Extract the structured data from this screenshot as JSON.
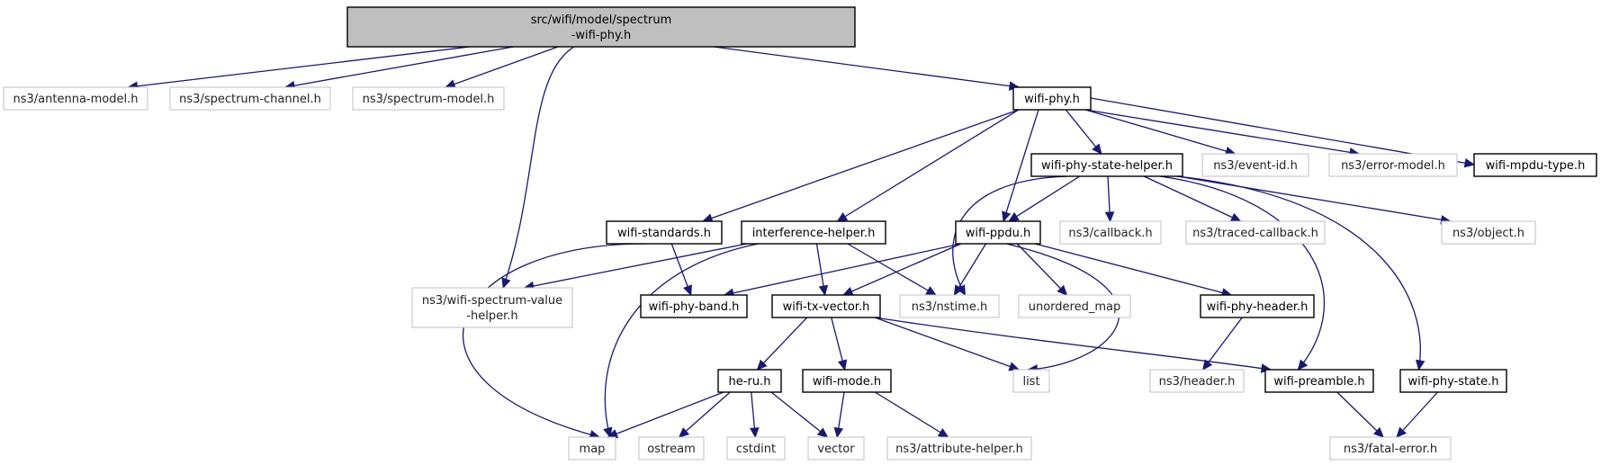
{
  "diagram": {
    "title": "",
    "colors": {
      "edge": "#191970",
      "doc_border": "#000000",
      "sys_border": "#c0c0c0",
      "root_fill": "#bfbfbf"
    },
    "nodes": [
      {
        "id": "root",
        "lines": [
          "src/wifi/model/spectrum",
          "-wifi-phy.h"
        ],
        "kind": "root"
      },
      {
        "id": "antenna",
        "lines": [
          "ns3/antenna-model.h"
        ],
        "kind": "sys"
      },
      {
        "id": "specchan",
        "lines": [
          "ns3/spectrum-channel.h"
        ],
        "kind": "sys"
      },
      {
        "id": "specmodel",
        "lines": [
          "ns3/spectrum-model.h"
        ],
        "kind": "sys"
      },
      {
        "id": "wifiphy",
        "lines": [
          "wifi-phy.h"
        ],
        "kind": "doc"
      },
      {
        "id": "statehelper",
        "lines": [
          "wifi-phy-state-helper.h"
        ],
        "kind": "doc"
      },
      {
        "id": "eventid",
        "lines": [
          "ns3/event-id.h"
        ],
        "kind": "sys"
      },
      {
        "id": "errmodel",
        "lines": [
          "ns3/error-model.h"
        ],
        "kind": "sys"
      },
      {
        "id": "mpdutype",
        "lines": [
          "wifi-mpdu-type.h"
        ],
        "kind": "doc"
      },
      {
        "id": "standards",
        "lines": [
          "wifi-standards.h"
        ],
        "kind": "doc"
      },
      {
        "id": "interf",
        "lines": [
          "interference-helper.h"
        ],
        "kind": "doc"
      },
      {
        "id": "ppdu",
        "lines": [
          "wifi-ppdu.h"
        ],
        "kind": "doc"
      },
      {
        "id": "callback",
        "lines": [
          "ns3/callback.h"
        ],
        "kind": "sys"
      },
      {
        "id": "traced",
        "lines": [
          "ns3/traced-callback.h"
        ],
        "kind": "sys"
      },
      {
        "id": "object",
        "lines": [
          "ns3/object.h"
        ],
        "kind": "sys"
      },
      {
        "id": "specval",
        "lines": [
          "ns3/wifi-spectrum-value",
          "-helper.h"
        ],
        "kind": "sys"
      },
      {
        "id": "band",
        "lines": [
          "wifi-phy-band.h"
        ],
        "kind": "doc"
      },
      {
        "id": "txvec",
        "lines": [
          "wifi-tx-vector.h"
        ],
        "kind": "doc"
      },
      {
        "id": "nstime",
        "lines": [
          "ns3/nstime.h"
        ],
        "kind": "sys"
      },
      {
        "id": "umap",
        "lines": [
          "unordered_map"
        ],
        "kind": "sys"
      },
      {
        "id": "phyheader",
        "lines": [
          "wifi-phy-header.h"
        ],
        "kind": "doc"
      },
      {
        "id": "heru",
        "lines": [
          "he-ru.h"
        ],
        "kind": "doc"
      },
      {
        "id": "mode",
        "lines": [
          "wifi-mode.h"
        ],
        "kind": "doc"
      },
      {
        "id": "list",
        "lines": [
          "list"
        ],
        "kind": "sys"
      },
      {
        "id": "header",
        "lines": [
          "ns3/header.h"
        ],
        "kind": "sys"
      },
      {
        "id": "preamble",
        "lines": [
          "wifi-preamble.h"
        ],
        "kind": "doc"
      },
      {
        "id": "phystate",
        "lines": [
          "wifi-phy-state.h"
        ],
        "kind": "doc"
      },
      {
        "id": "map",
        "lines": [
          "map"
        ],
        "kind": "sys"
      },
      {
        "id": "ostream",
        "lines": [
          "ostream"
        ],
        "kind": "sys"
      },
      {
        "id": "cstdint",
        "lines": [
          "cstdint"
        ],
        "kind": "sys"
      },
      {
        "id": "vector",
        "lines": [
          "vector"
        ],
        "kind": "sys"
      },
      {
        "id": "attrhelper",
        "lines": [
          "ns3/attribute-helper.h"
        ],
        "kind": "sys"
      },
      {
        "id": "fatal",
        "lines": [
          "ns3/fatal-error.h"
        ],
        "kind": "sys"
      }
    ],
    "edges": [
      [
        "root",
        "antenna"
      ],
      [
        "root",
        "specchan"
      ],
      [
        "root",
        "specmodel"
      ],
      [
        "root",
        "wifiphy"
      ],
      [
        "root",
        "specval"
      ],
      [
        "wifiphy",
        "statehelper"
      ],
      [
        "wifiphy",
        "eventid"
      ],
      [
        "wifiphy",
        "errmodel"
      ],
      [
        "wifiphy",
        "mpdutype"
      ],
      [
        "wifiphy",
        "standards"
      ],
      [
        "wifiphy",
        "interf"
      ],
      [
        "wifiphy",
        "ppdu"
      ],
      [
        "statehelper",
        "ppdu"
      ],
      [
        "statehelper",
        "callback"
      ],
      [
        "statehelper",
        "traced"
      ],
      [
        "statehelper",
        "object"
      ],
      [
        "statehelper",
        "nstime"
      ],
      [
        "statehelper",
        "preamble"
      ],
      [
        "statehelper",
        "phystate"
      ],
      [
        "standards",
        "band"
      ],
      [
        "standards",
        "map"
      ],
      [
        "interf",
        "specval"
      ],
      [
        "interf",
        "txvec"
      ],
      [
        "interf",
        "nstime"
      ],
      [
        "interf",
        "map"
      ],
      [
        "ppdu",
        "band"
      ],
      [
        "ppdu",
        "txvec"
      ],
      [
        "ppdu",
        "nstime"
      ],
      [
        "ppdu",
        "umap"
      ],
      [
        "ppdu",
        "phyheader"
      ],
      [
        "ppdu",
        "list"
      ],
      [
        "txvec",
        "heru"
      ],
      [
        "txvec",
        "mode"
      ],
      [
        "txvec",
        "list"
      ],
      [
        "txvec",
        "preamble"
      ],
      [
        "phyheader",
        "header"
      ],
      [
        "heru",
        "map"
      ],
      [
        "heru",
        "ostream"
      ],
      [
        "heru",
        "cstdint"
      ],
      [
        "heru",
        "vector"
      ],
      [
        "mode",
        "vector"
      ],
      [
        "mode",
        "attrhelper"
      ],
      [
        "preamble",
        "fatal"
      ],
      [
        "phystate",
        "fatal"
      ]
    ]
  }
}
